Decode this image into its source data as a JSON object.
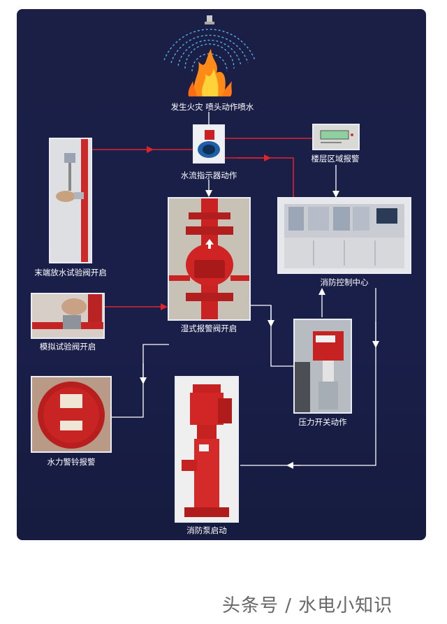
{
  "colors": {
    "background": "#1b1f45",
    "arrow_red": "#e0232b",
    "arrow_white": "#ffffff",
    "equipment_red": "#d42a2a"
  },
  "steps": {
    "fire": "发生火灾  喷头动作喷水",
    "flow_indicator": "水流指示器动作",
    "floor_alarm": "楼层区域报警",
    "end_test_valve": "末端放水试验阀开启",
    "control_center": "消防控制中心",
    "simulated_test_valve": "模拟试验阀开启",
    "wet_alarm_valve": "湿式报警阀开启",
    "pressure_switch": "压力开关动作",
    "water_motor_bell": "水力警铃报警",
    "fire_pump": "消防泵启动"
  },
  "watermark": "头条号 / 水电小知识"
}
